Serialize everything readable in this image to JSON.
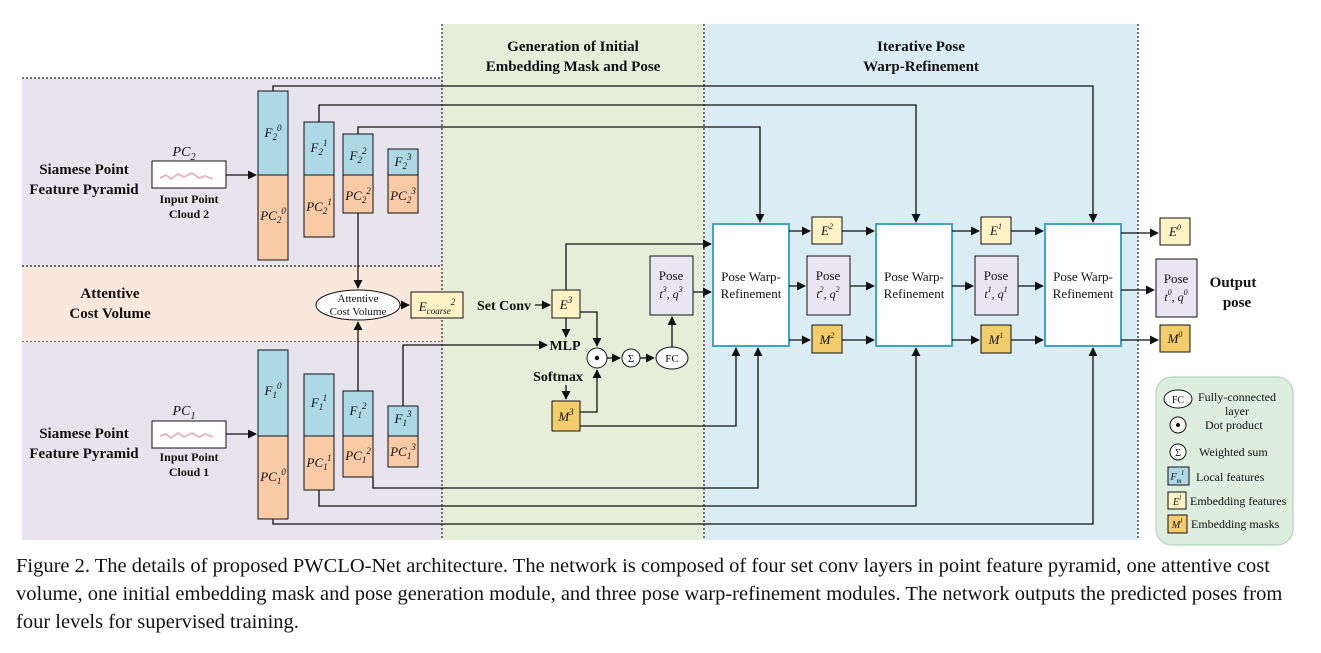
{
  "regions": {
    "init_title_1": "Generation of Initial",
    "init_title_2": "Embedding Mask and Pose",
    "iter_title_1": "Iterative Pose",
    "iter_title_2": "Warp-Refinement",
    "siamese_top_1": "Siamese Point",
    "siamese_top_2": "Feature Pyramid",
    "attentive_1": "Attentive",
    "attentive_2": "Cost Volume",
    "siamese_bot_1": "Siamese Point",
    "siamese_bot_2": "Feature Pyramid"
  },
  "inputs": {
    "pc2_label": "PC",
    "pc2_sub": "2",
    "pc2_caption_1": "Input  Point",
    "pc2_caption_2": "Cloud 2",
    "pc1_label": "PC",
    "pc1_sub": "1",
    "pc1_caption_1": "Input  Point",
    "pc1_caption_2": "Cloud 1"
  },
  "pyramid": {
    "F": "F",
    "PC": "PC",
    "top_sub": "2",
    "bot_sub": "1",
    "levels": [
      "0",
      "1",
      "2",
      "3"
    ]
  },
  "nodes": {
    "acv_1": "Attentive",
    "acv_2": "Cost Volume",
    "ecoarse_E": "E",
    "ecoarse_sub": "coarse",
    "ecoarse_sup": "2",
    "set_conv": "Set Conv",
    "E3": "E",
    "E3_sup": "3",
    "mlp": "MLP",
    "softmax": "Softmax",
    "M3": "M",
    "M3_sup": "3",
    "dot": "·",
    "sigma": "Σ",
    "fc": "FC"
  },
  "poses": {
    "pose_word": "Pose",
    "p3_sup": "3",
    "p2_sup": "2",
    "p1_sup": "1",
    "p0_sup": "0",
    "t": "t",
    "q": "q"
  },
  "refinement": {
    "line1": "Pose Warp-",
    "line2": "Refinement"
  },
  "embeddings": {
    "E": "E",
    "M": "M",
    "e2": "2",
    "e1": "1",
    "e0": "0",
    "m2": "2",
    "m1": "1",
    "m0": "0"
  },
  "output": {
    "line1": "Output",
    "line2": "pose"
  },
  "legend": {
    "fc_symbol": "FC",
    "fc_label_1": "Fully-connected",
    "fc_label_2": "layer",
    "dot_label": "Dot product",
    "sigma_label": "Weighted sum",
    "local_symbol": "F",
    "local_sub": "m",
    "local_sup": "l",
    "local_label": "Local features",
    "emb_symbol": "E",
    "emb_sup": "l",
    "emb_label": "Embedding features",
    "mask_symbol": "M",
    "mask_sup": "l",
    "mask_label": "Embedding masks"
  },
  "colors": {
    "feature_blue": "#add8e6",
    "pc_orange": "#f8cba6",
    "embedding_yellow": "#fff2c4",
    "mask_gold": "#f3cd6b",
    "pose_lilac": "#e9e5f2",
    "siamese_bg": "#e8e4ee",
    "attentive_bg": "#fbe8dc",
    "init_bg": "#e6eed9",
    "iter_bg": "#dbedf4",
    "refine_border": "#3aa6c9"
  },
  "caption": "Figure 2. The details of proposed PWCLO-Net architecture. The network is composed of four set conv layers in point feature pyramid, one attentive cost volume, one initial embedding mask and pose generation module, and three pose warp-refinement modules. The network outputs the predicted poses from four levels for supervised training."
}
